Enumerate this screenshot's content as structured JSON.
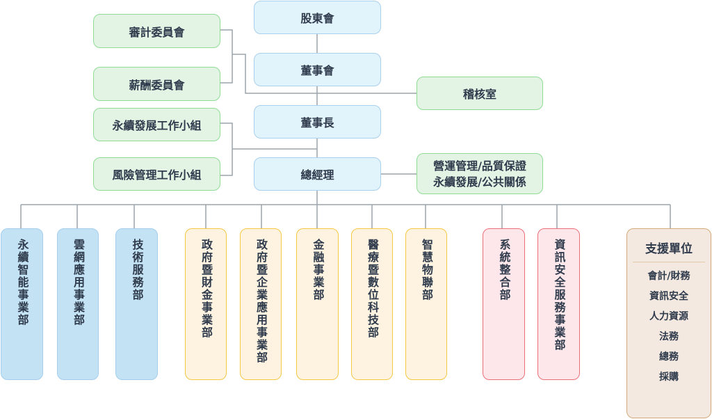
{
  "chart": {
    "top": {
      "shareholders": "股東會",
      "board": "董事會",
      "chairman": "董事長",
      "president": "總經理"
    },
    "committees": {
      "audit": "審計委員會",
      "remuneration": "薪酬委員會",
      "internal_audit": "稽核室",
      "sustainability_group": "永續發展工作小組",
      "risk_group": "風險管理工作小組",
      "ops_line1": "營運管理/品質保證",
      "ops_line2": "永續發展/公共關係"
    },
    "departments": [
      {
        "label": "永續智能事業部",
        "group": "blue"
      },
      {
        "label": "雲網應用事業部",
        "group": "blue"
      },
      {
        "label": "技術服務部",
        "group": "blue"
      },
      {
        "label": "政府暨財金事業部",
        "group": "yellow"
      },
      {
        "label": "政府暨企業應用事業部",
        "group": "yellow"
      },
      {
        "label": "金融事業部",
        "group": "yellow"
      },
      {
        "label": "醫療暨數位科技部",
        "group": "yellow"
      },
      {
        "label": "智慧物聯部",
        "group": "yellow"
      },
      {
        "label": "系統整合部",
        "group": "red"
      },
      {
        "label": "資訊安全服務事業部",
        "group": "red"
      }
    ],
    "support": {
      "title": "支援單位",
      "items": [
        "會計/財務",
        "資訊安全",
        "人力資源",
        "法務",
        "總務",
        "採購"
      ]
    }
  },
  "colors": {
    "connector": "#9aa3ab",
    "text": "#2f3b4c",
    "top_fill": "#e1f3fb",
    "committee_fill": "#e3f4e5",
    "dept_blue": "#c3e3f4",
    "dept_yellow": "#fdf3e0",
    "dept_red": "#fde7ea",
    "support_fill": "#f4e9e0"
  }
}
